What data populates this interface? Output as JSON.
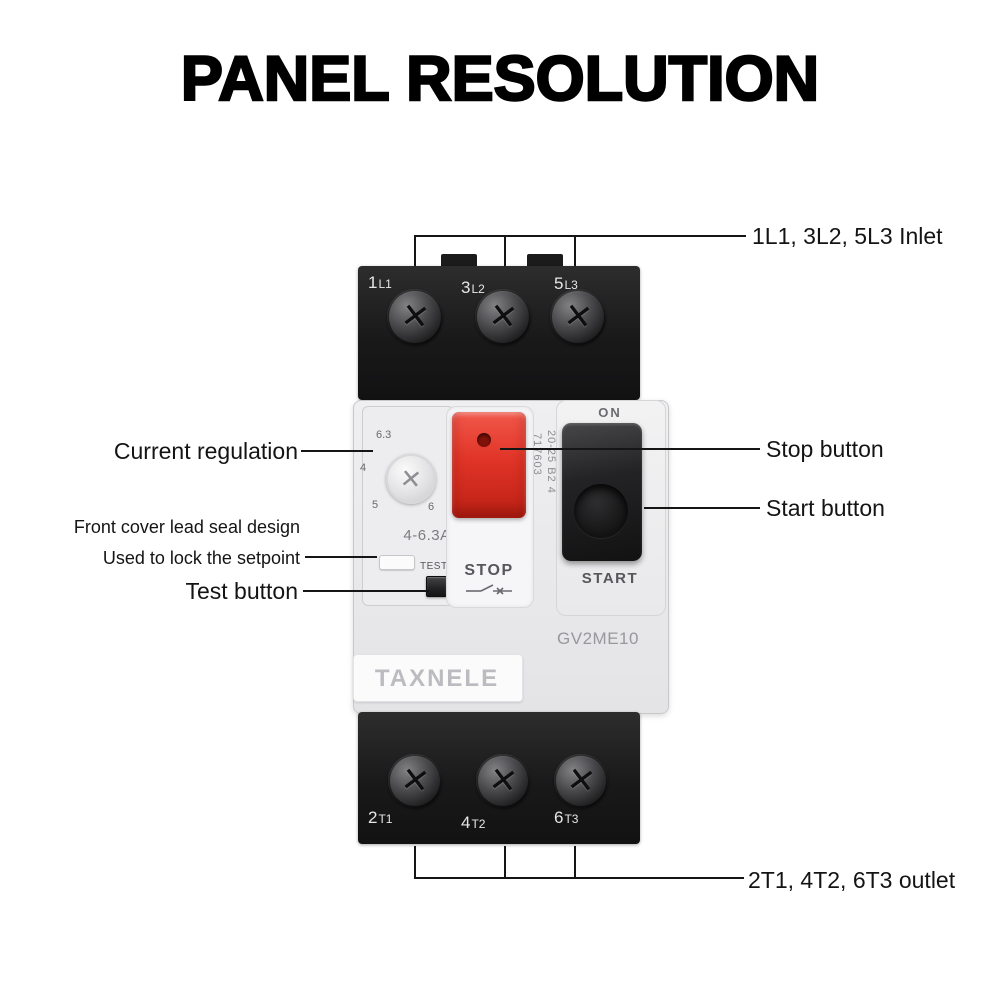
{
  "title": "PANEL RESOLUTION",
  "callouts": {
    "inlet": "1L1, 3L2, 5L3 Inlet",
    "current_regulation": "Current regulation",
    "stop_button": "Stop button",
    "start_button": "Start button",
    "lead_seal_line1": "Front cover lead seal design",
    "lead_seal_line2": "Used to lock the setpoint",
    "test_button": "Test button",
    "outlet": "2T1, 4T2, 6T3 outlet"
  },
  "device": {
    "brand": "TAXNELE",
    "model": "GV2ME10",
    "top_terminals": [
      {
        "num": "1",
        "sub": "L1"
      },
      {
        "num": "3",
        "sub": "L2"
      },
      {
        "num": "5",
        "sub": "L3"
      }
    ],
    "bottom_terminals": [
      {
        "num": "2",
        "sub": "T1"
      },
      {
        "num": "4",
        "sub": "T2"
      },
      {
        "num": "6",
        "sub": "T3"
      }
    ],
    "dial": {
      "tick_a": "6.3",
      "tick_b": "4",
      "tick_c": "5",
      "tick_d": "6",
      "range": "4-6.3A"
    },
    "controls": {
      "on": "ON",
      "stop": "STOP",
      "start": "START",
      "test": "TEST"
    },
    "print_code_1": "717603",
    "print_code_2": "20-25 B2 4"
  },
  "icons": {
    "screw_cross": "✕",
    "dial_slot": "✕"
  }
}
